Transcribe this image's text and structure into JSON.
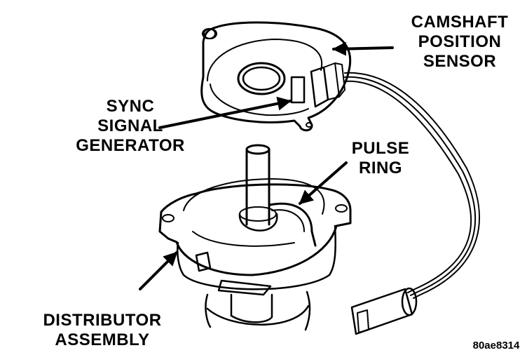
{
  "figure": {
    "code": "80ae8314",
    "labels": {
      "camshaft_position_sensor": [
        "CAMSHAFT",
        "POSITION",
        "SENSOR"
      ],
      "sync_signal_generator": [
        "SYNC",
        "SIGNAL",
        "GENERATOR"
      ],
      "pulse_ring": [
        "PULSE",
        "RING"
      ],
      "distributor_assembly": [
        "DISTRIBUTOR",
        "ASSEMBLY"
      ]
    },
    "colors": {
      "ink": "#000000",
      "paper": "#ffffff"
    }
  }
}
